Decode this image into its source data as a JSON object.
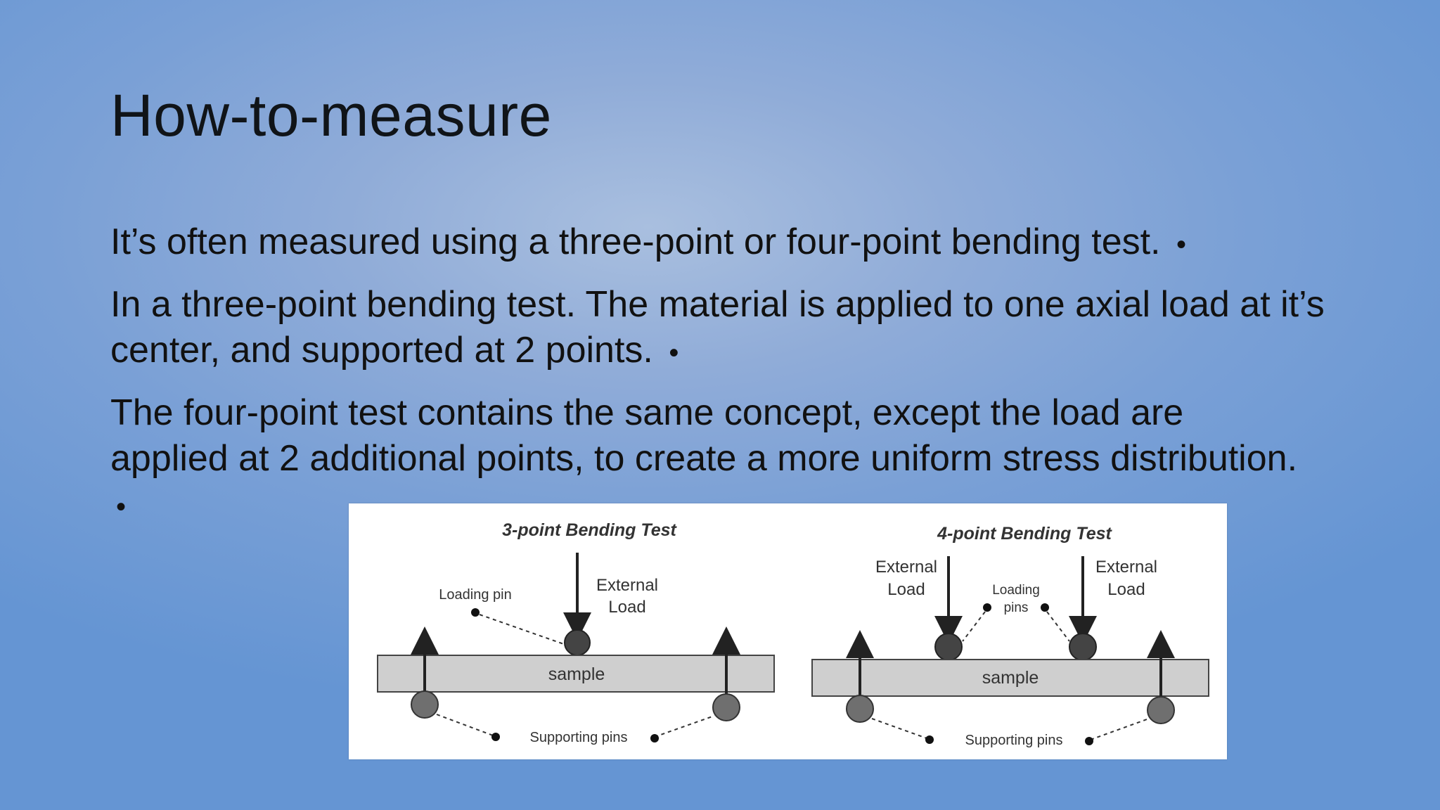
{
  "slide": {
    "title": "How-to-measure",
    "bullets": [
      {
        "text": "It’s often measured using a three-point or four-point bending test.",
        "marker": "•"
      },
      {
        "text": "In a three-point bending test. The material is applied to one axial load at it’s center, and supported at 2 points.",
        "marker": "•"
      },
      {
        "text": "The four-point test contains the same concept, except the load are applied at 2 additional points, to create a more uniform stress distribution.",
        "marker": "•"
      }
    ]
  },
  "diagram": {
    "three_point": {
      "title": "3-point Bending Test",
      "loading_pin_label": "Loading pin",
      "external_load_label_1": "External",
      "external_load_label_2": "Load",
      "sample_label": "sample",
      "supporting_pins_label": "Supporting pins"
    },
    "four_point": {
      "title": "4-point Bending Test",
      "left_load_label_1": "External",
      "left_load_label_2": "Load",
      "right_load_label_1": "External",
      "right_load_label_2": "Load",
      "loading_pins_label_1": "Loading",
      "loading_pins_label_2": "pins",
      "sample_label": "sample",
      "supporting_pins_label": "Supporting pins"
    }
  }
}
